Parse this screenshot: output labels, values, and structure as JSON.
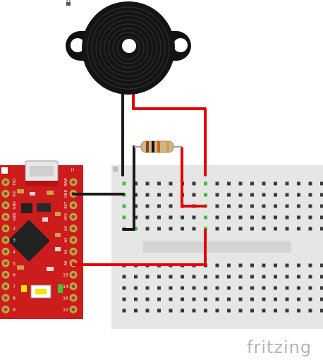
{
  "app": {
    "brand": "fritzing"
  },
  "colors": {
    "wire_red": "#e60000",
    "wire_black": "#1a1a1a",
    "board": "#cc1c1c",
    "breadboard": "#e6e6e6",
    "hole_green": "#3fbf3f",
    "pad_gold": "#c8a24a"
  },
  "arduino": {
    "corner_label": "J1",
    "left_pins": [
      {
        "label": "TXO",
        "num": ""
      },
      {
        "label": "RXI",
        "num": ""
      },
      {
        "label": "GND",
        "num": ""
      },
      {
        "label": "GND",
        "num": ""
      },
      {
        "label": "",
        "num": "2"
      },
      {
        "label": "",
        "num": "3"
      },
      {
        "label": "",
        "num": "4"
      },
      {
        "label": "",
        "num": "5"
      },
      {
        "label": "",
        "num": "6"
      },
      {
        "label": "",
        "num": "7"
      },
      {
        "label": "",
        "num": "8"
      },
      {
        "label": "",
        "num": "9"
      }
    ],
    "right_pins": [
      {
        "label": "RAW",
        "num": ""
      },
      {
        "label": "GND",
        "num": ""
      },
      {
        "label": "RST",
        "num": ""
      },
      {
        "label": "VCC",
        "num": ""
      },
      {
        "label": "A3",
        "num": ""
      },
      {
        "label": "A2",
        "num": ""
      },
      {
        "label": "A1",
        "num": ""
      },
      {
        "label": "A0",
        "num": ""
      },
      {
        "label": "",
        "num": "15"
      },
      {
        "label": "",
        "num": "14"
      },
      {
        "label": "",
        "num": "16"
      },
      {
        "label": "",
        "num": "10"
      }
    ]
  },
  "icons": {
    "buzzer": "piezo-buzzer-icon",
    "resistor": "resistor-icon",
    "lock": "lock-icon"
  }
}
